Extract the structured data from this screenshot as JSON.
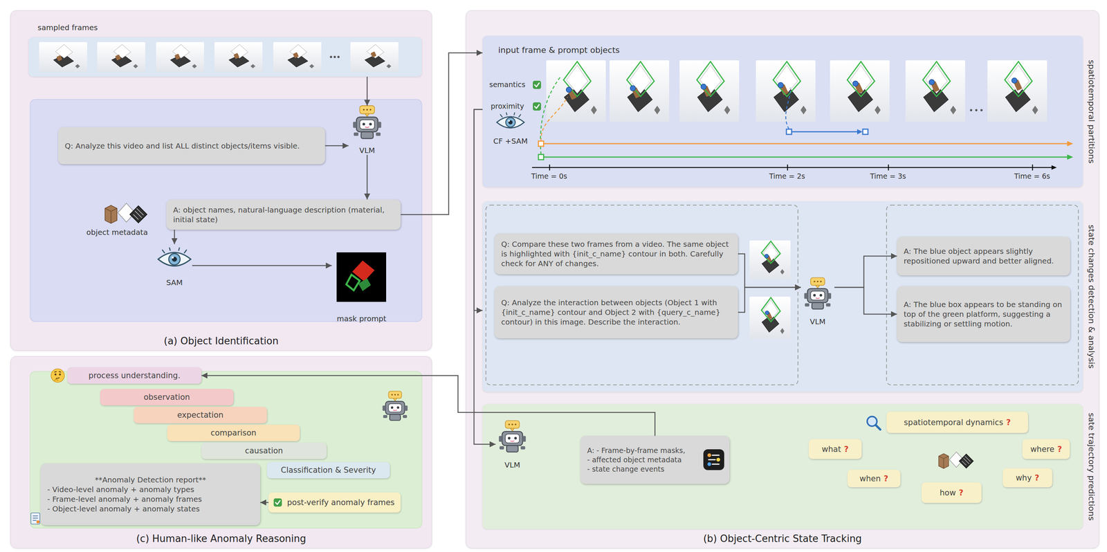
{
  "diagram": {
    "nodes": [
      {
        "text": [
          "(a) Object Identification"
        ]
      },
      {
        "text": [
          "sampled frames"
        ],
        "in": 0
      },
      {
        "text": [
          "Q: Analyze this video and list ALL distinct objects/items visible."
        ],
        "in": 0
      },
      {
        "text": [
          "VLM"
        ],
        "in": 0
      },
      {
        "text": [
          "A: object names, natural-language description (material, initial state)"
        ],
        "in": 0
      },
      {
        "text": [
          "SAM"
        ],
        "in": 0
      },
      {
        "text": [
          "mask prompt"
        ],
        "in": 0
      },
      {
        "text": [
          "(c) Human-like Anomaly Reasoning"
        ]
      },
      {
        "text": [
          "process understanding."
        ],
        "in": 7
      },
      {
        "text": [
          "observation"
        ],
        "in": 7
      },
      {
        "text": [
          "expectation"
        ],
        "in": 7
      },
      {
        "text": [
          "comparison"
        ],
        "in": 7
      },
      {
        "text": [
          "causation"
        ],
        "in": 7
      },
      {
        "text": [
          "Classification & Severity"
        ],
        "in": 7
      },
      {
        "text": [
          "post-verify anomaly frames"
        ],
        "in": 7
      },
      {
        "text": [
          "**Anomaly Detection report**",
          "- Video-level anomaly + anomaly types",
          "- Frame-level anomaly + anomaly frames",
          "- Object-level anomaly + anomaly states"
        ],
        "in": 7
      },
      {
        "text": [
          "(b) Object-Centric State Tracking"
        ]
      },
      {
        "text": [
          "input frame & prompt objects",
          "spatiotemporal partitions"
        ],
        "in": 16
      },
      {
        "text": [
          "CF +SAM"
        ],
        "in": 17
      },
      {
        "text": [
          "state changes detection & analysis"
        ],
        "in": 16
      },
      {
        "text": [
          "Q: Compare these two frames from a video. The same object is highlighted with {init_c_name} contour in both. Carefully check for ANY of changes."
        ],
        "in": 19
      },
      {
        "text": [
          "Q: Analyze the interaction between objects (Object 1 with {init_c_name} contour and Object 2 with {query_c_name} contour) in this image. Describe the interaction."
        ],
        "in": 19
      },
      {
        "text": [
          "VLM"
        ],
        "in": 19
      },
      {
        "text": [
          "A: The blue object appears slightly repositioned upward and better aligned."
        ],
        "in": 19
      },
      {
        "text": [
          "A: The blue box appears to be standing on top of the green platform, suggesting a stabilizing or settling motion."
        ],
        "in": 19
      },
      {
        "text": [
          "sate trajectory predictions"
        ],
        "in": 16
      },
      {
        "text": [
          "VLM"
        ],
        "in": 25
      },
      {
        "text": [
          "A: - Frame-by-frame masks,",
          "- affected object metadata",
          "- state change events"
        ],
        "in": 25
      },
      {
        "text": [
          "spatiotemporal dynamics",
          "?"
        ],
        "in": 25
      },
      {
        "text": [
          "what",
          "?"
        ],
        "in": 25
      },
      {
        "text": [
          "where",
          "?"
        ],
        "in": 25
      },
      {
        "text": [
          "when",
          "?"
        ],
        "in": 25
      },
      {
        "text": [
          "how",
          "?"
        ],
        "in": 25
      },
      {
        "text": [
          "why",
          "?"
        ],
        "in": 25
      }
    ],
    "edges": [
      {
        "from": 1,
        "to": 3,
        "arrow": "to"
      },
      {
        "from": 2,
        "to": 3,
        "arrow": "to"
      },
      {
        "from": 3,
        "to": 4,
        "arrow": "to"
      },
      {
        "from": 4,
        "to": 5,
        "arrow": "to"
      },
      {
        "from": 5,
        "to": 6,
        "arrow": "to"
      },
      {
        "from": 4,
        "to": 17,
        "arrow": "to"
      },
      {
        "from": 17,
        "to": 19,
        "arrow": "to"
      },
      {
        "from": 17,
        "to": 26,
        "arrow": "to"
      },
      {
        "from": 20,
        "to": 22,
        "arrow": "to"
      },
      {
        "from": 21,
        "to": 22,
        "arrow": "to"
      },
      {
        "from": 22,
        "to": 23,
        "arrow": "to"
      },
      {
        "from": 22,
        "to": 24,
        "arrow": "to"
      },
      {
        "from": 27,
        "to": 8,
        "arrow": "to"
      },
      {
        "from": 14,
        "to": 15,
        "arrow": "to"
      }
    ],
    "labels": [
      "object metadata",
      "semantics",
      "proximity",
      "Time = 0s",
      "Time = 2s",
      "Time = 3s",
      "Time = 6s"
    ]
  }
}
